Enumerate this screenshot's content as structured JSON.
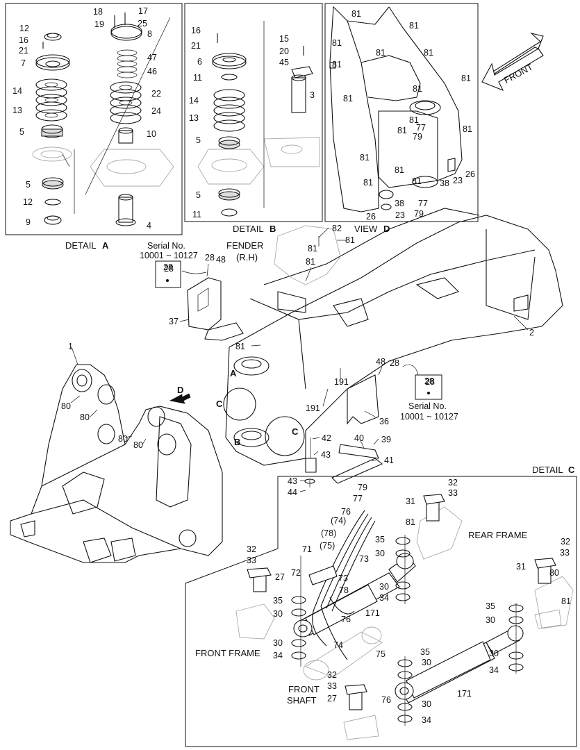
{
  "captions": {
    "detail_a": "DETAIL",
    "detail_a_letter": "A",
    "detail_b": "DETAIL",
    "detail_b_letter": "B",
    "view_d": "VIEW",
    "view_d_letter": "D",
    "detail_c": "DETAIL",
    "detail_c_letter": "C",
    "front_arrow": "FRONT",
    "fender_line1": "FENDER",
    "fender_line2": "(R.H)",
    "serial_left_line1": "Serial No.",
    "serial_left_line2": "10001 ~ 10127",
    "serial_right_line1": "Serial No.",
    "serial_right_line2": "10001 ~ 10127",
    "rear_frame": "REAR FRAME",
    "front_frame": "FRONT FRAME",
    "front_shaft_line1": "FRONT",
    "front_shaft_line2": "SHAFT",
    "marker_a": "A",
    "marker_b": "B",
    "marker_c1": "C",
    "marker_c2": "C",
    "marker_d": "D"
  },
  "detail_a_labels": [
    "12",
    "16",
    "21",
    "7",
    "14",
    "13",
    "5",
    "5",
    "12",
    "9",
    "18",
    "19",
    "17",
    "25",
    "8",
    "47",
    "46",
    "22",
    "24",
    "10",
    "4"
  ],
  "detail_b_labels": [
    "16",
    "21",
    "6",
    "11",
    "14",
    "13",
    "5",
    "5",
    "11",
    "15",
    "20",
    "45",
    "3"
  ],
  "view_d_labels": [
    "81",
    "81",
    "81",
    "81",
    "81",
    "81",
    "81",
    "81",
    "81",
    "81",
    "81",
    "81",
    "81",
    "81",
    "81",
    "81",
    "77",
    "79",
    "38",
    "23",
    "26",
    "38",
    "77",
    "79",
    "23",
    "26"
  ],
  "main_labels": [
    "82",
    "81",
    "81",
    "81",
    "28",
    "48",
    "28",
    "37",
    "2",
    "81",
    "48",
    "28",
    "28",
    "191",
    "191",
    "36",
    "42",
    "43",
    "40",
    "39",
    "41",
    "43",
    "44",
    "1",
    "80",
    "80",
    "80",
    "80"
  ],
  "detail_c_labels": [
    "79",
    "77",
    "76",
    "(74)",
    "(78)",
    "(75)",
    "71",
    "72",
    "73",
    "73",
    "78",
    "171",
    "76",
    "74",
    "75",
    "32",
    "33",
    "31",
    "81",
    "35",
    "30",
    "30",
    "34",
    "32",
    "33",
    "27",
    "35",
    "30",
    "30",
    "34",
    "32",
    "33",
    "31",
    "80",
    "81",
    "35",
    "30",
    "30",
    "34",
    "35",
    "30",
    "171",
    "76",
    "32",
    "33",
    "27",
    "30",
    "34"
  ]
}
